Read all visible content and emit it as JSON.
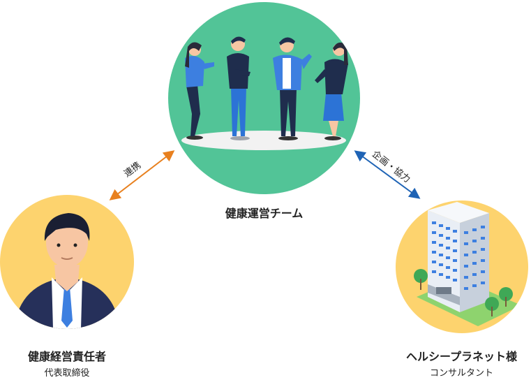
{
  "team": {
    "label": "健康運営チーム"
  },
  "executive": {
    "title": "健康経営責任者",
    "subtitle": "代表取締役"
  },
  "partner": {
    "title": "ヘルシープラネット様",
    "subtitle": "コンサルタント"
  },
  "links": {
    "left": {
      "label": "連携",
      "color": "#e8801e"
    },
    "right": {
      "label": "企画・協力",
      "color": "#1e63b5"
    }
  },
  "colors": {
    "team_bg": "#52c497",
    "person_bg": "#fdd36e"
  }
}
